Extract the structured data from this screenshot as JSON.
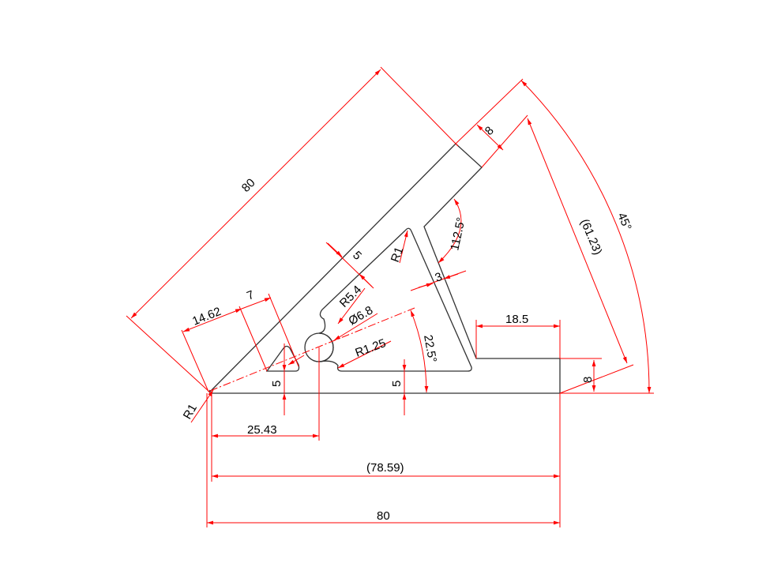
{
  "drawing": {
    "dims": {
      "len_top": "80",
      "thick_top": "8",
      "angle_45": "45°",
      "len_6123": "(61.23)",
      "thick_right": "8",
      "step_185": "18.5",
      "angle_1125": "112.5°",
      "wall_3": "3",
      "wall_5_diag": "5",
      "r1_apex": "R1",
      "r54": "R5.4",
      "dia68": "Ø6.8",
      "r125": "R1.25",
      "angle_225": "22.5°",
      "wall_5_right": "5",
      "wall_5_left": "5",
      "d1462": "14.62",
      "d7": "7",
      "r1_corner": "R1",
      "d2543": "25.43",
      "d7859": "(78.59)",
      "len_bottom": "80"
    },
    "colors": {
      "dimension": "#ff0000",
      "part": "#333333"
    }
  }
}
